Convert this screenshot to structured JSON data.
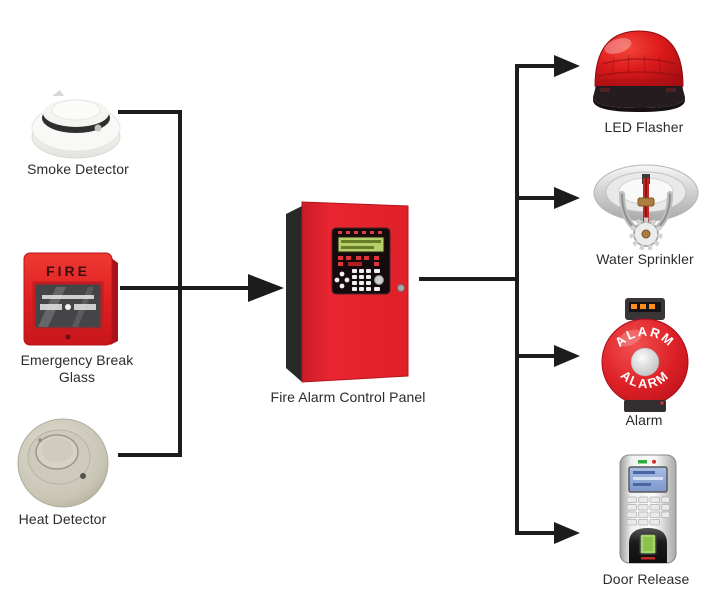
{
  "diagram": {
    "background_color": "#ffffff",
    "line_color": "#1c1c1c",
    "label_color": "#2b2b2b",
    "inputs": [
      {
        "id": "smoke-detector",
        "label": "Smoke Detector"
      },
      {
        "id": "emergency-break-glass",
        "label": "Emergency Break Glass"
      },
      {
        "id": "heat-detector",
        "label": "Heat Detector"
      }
    ],
    "hub": {
      "id": "fire-alarm-control-panel",
      "label": "Fire Alarm Control Panel"
    },
    "outputs": [
      {
        "id": "led-flasher",
        "label": "LED Flasher"
      },
      {
        "id": "water-sprinkler",
        "label": "Water Sprinkler"
      },
      {
        "id": "alarm",
        "label": "Alarm"
      },
      {
        "id": "door-release",
        "label": "Door Release"
      }
    ],
    "device_text": {
      "break_glass_title": "FIRE",
      "alarm_bell_top": "ALARM",
      "alarm_bell_bottom": "ALARM"
    },
    "colors": {
      "device_red": "#e02228",
      "panel_red": "#e52430",
      "heat_detector_beige": "#ccc9ba",
      "chrome": "#d9d9d9",
      "lcd_green": "#b5cf6b",
      "screen_blue": "#8fa8d8",
      "fingerprint_green": "#a5d46a"
    },
    "connections": [
      {
        "from": "smoke-detector",
        "to": "fire-alarm-control-panel"
      },
      {
        "from": "emergency-break-glass",
        "to": "fire-alarm-control-panel"
      },
      {
        "from": "heat-detector",
        "to": "fire-alarm-control-panel"
      },
      {
        "from": "fire-alarm-control-panel",
        "to": "led-flasher"
      },
      {
        "from": "fire-alarm-control-panel",
        "to": "water-sprinkler"
      },
      {
        "from": "fire-alarm-control-panel",
        "to": "alarm"
      },
      {
        "from": "fire-alarm-control-panel",
        "to": "door-release"
      }
    ]
  }
}
